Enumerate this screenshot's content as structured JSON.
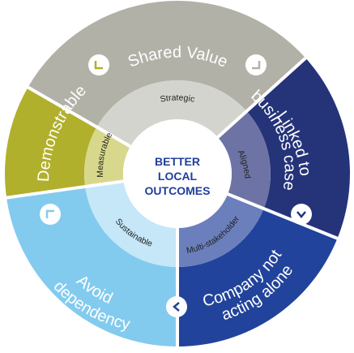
{
  "center": {
    "lines": [
      "BETTER",
      "LOCAL",
      "OUTCOMES"
    ],
    "color": "#1f3f9b"
  },
  "segments": [
    {
      "id": "shared-value",
      "outer_label": "Shared Value",
      "inner_label": "Strategic",
      "outer_color": "#b2b1a8",
      "inner_color": "#d4d4cf",
      "marker": "chevron-down-icon"
    },
    {
      "id": "linked",
      "outer_label_lines": [
        "Linked to",
        "business case"
      ],
      "inner_label": "Aligned",
      "outer_color": "#253479",
      "inner_color": "#6d73a4",
      "marker": "chevron-down-icon"
    },
    {
      "id": "company",
      "outer_label_lines": [
        "Company not",
        "acting alone"
      ],
      "inner_label": "Multi-stakeholder",
      "outer_color": "#21439b",
      "inner_color": "#6b7fbd",
      "marker": "chevron-left-icon"
    },
    {
      "id": "avoid",
      "outer_label_lines": [
        "Avoid",
        "dependency"
      ],
      "inner_label": "Sustainable",
      "outer_color": "#82cbee",
      "inner_color": "#c5e7f8",
      "marker": "chevron-up-icon"
    },
    {
      "id": "demonstrable",
      "outer_label": "Demonstrable",
      "inner_label": "Measurable",
      "outer_color": "#b1b02c",
      "inner_color": "#d8d88c",
      "marker": "chevron-up-icon"
    }
  ]
}
